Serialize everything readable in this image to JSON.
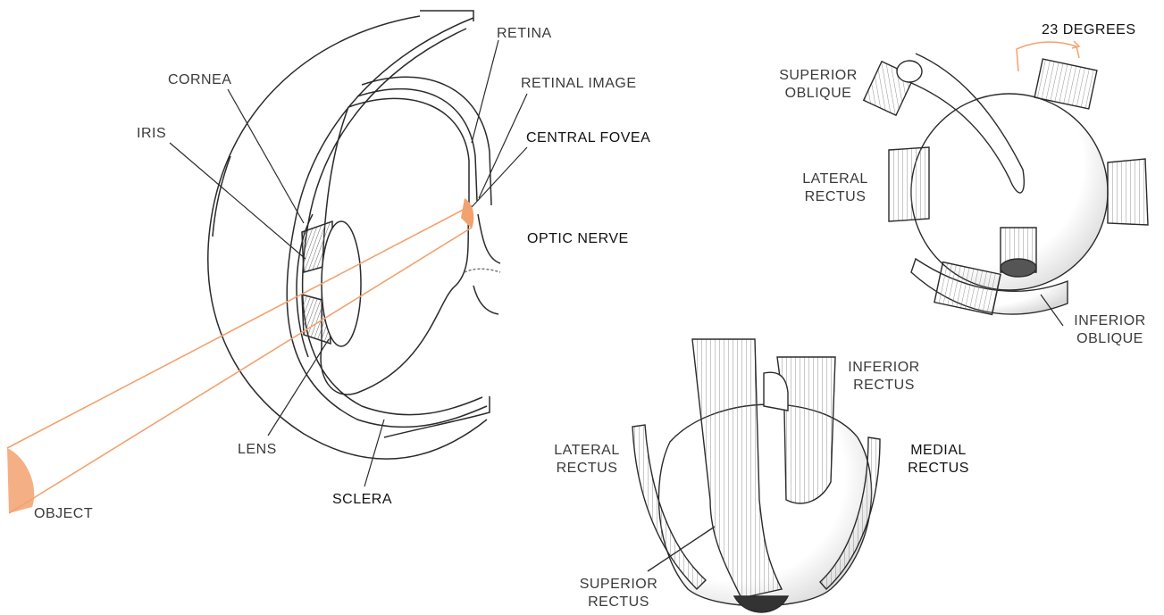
{
  "colors": {
    "ink": "#2b2b2b",
    "label": "#3a3a3a",
    "accent": "#f2a26e"
  },
  "eye_section": {
    "labels": {
      "cornea": "CORNEA",
      "iris": "IRIS",
      "lens": "LENS",
      "sclera": "SCLERA",
      "retina": "RETINA",
      "retinal_image": "RETINAL IMAGE",
      "central_fovea": "CENTRAL FOVEA",
      "optic_nerve": "OPTIC NERVE",
      "object": "OBJECT"
    }
  },
  "muscles_top": {
    "angle_label": "23 DEGREES",
    "superior_oblique": [
      "SUPERIOR",
      "OBLIQUE"
    ],
    "lateral_rectus": [
      "LATERAL",
      "RECTUS"
    ],
    "inferior_oblique": [
      "INFERIOR",
      "OBLIQUE"
    ]
  },
  "muscles_bottom": {
    "inferior_rectus": [
      "INFERIOR",
      "RECTUS"
    ],
    "lateral_rectus": [
      "LATERAL",
      "RECTUS"
    ],
    "medial_rectus": [
      "MEDIAL",
      "RECTUS"
    ],
    "superior_rectus": [
      "SUPERIOR",
      "RECTUS"
    ]
  }
}
